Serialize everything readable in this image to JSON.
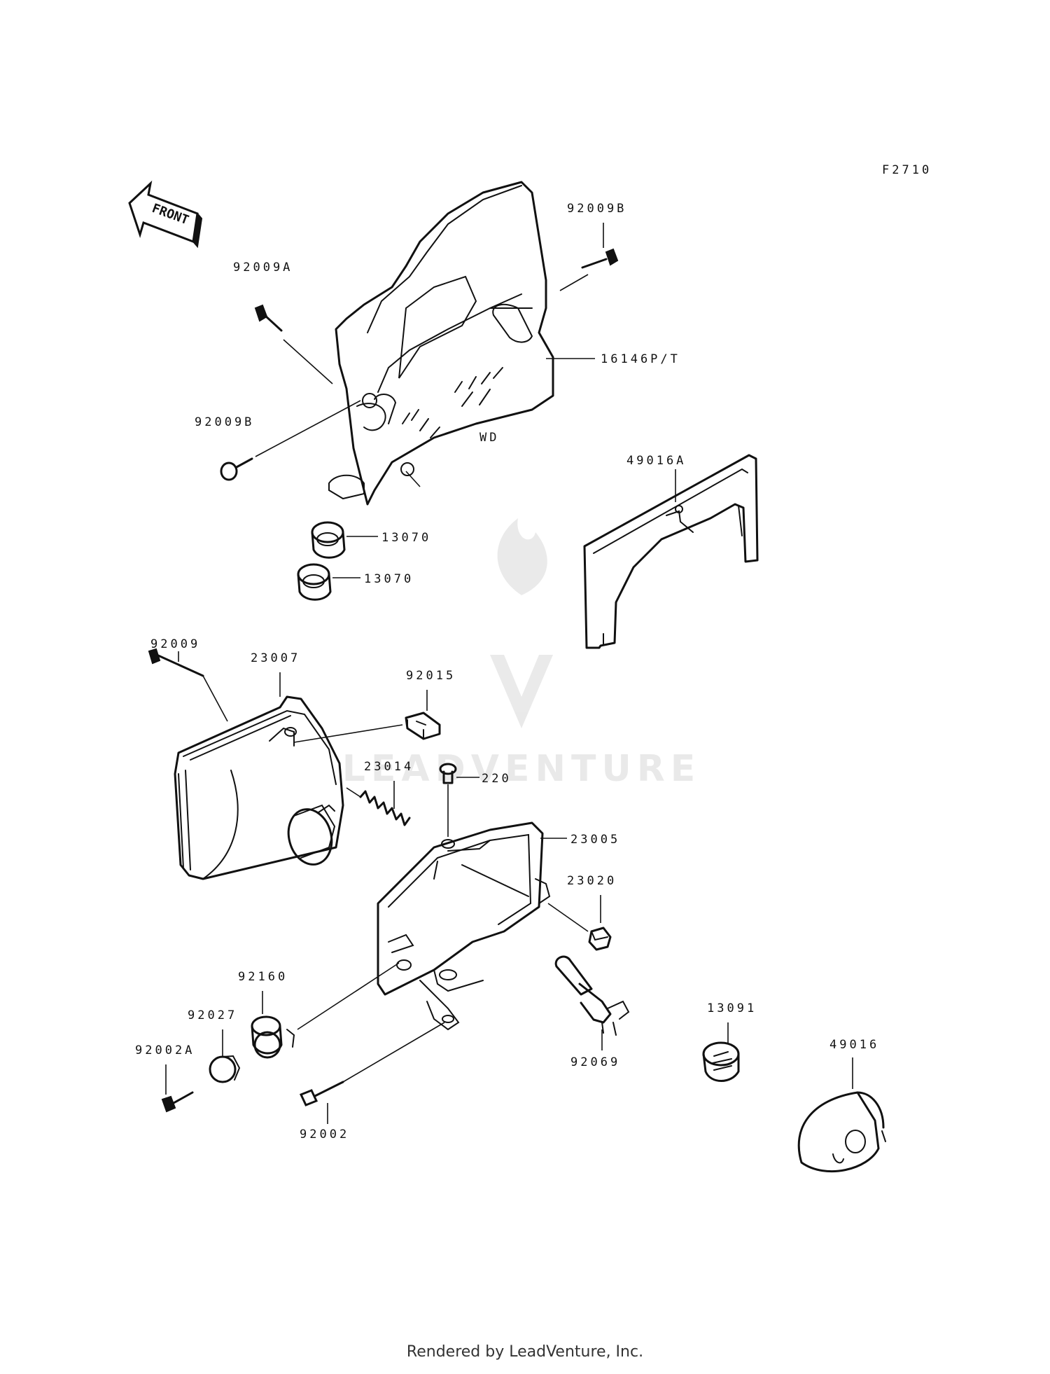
{
  "diagram": {
    "ref_code": "F2710",
    "front_label": "FRONT",
    "side_mark": "WD",
    "footer": "Rendered by LeadVenture, Inc.",
    "watermark": "LEADVENTURE",
    "parts": {
      "p92009B_top": "92009B",
      "p92009A": "92009A",
      "p92009B_left": "92009B",
      "p16146PT": "16146P/T",
      "p13070_a": "13070",
      "p13070_b": "13070",
      "p49016A": "49016A",
      "p92009": "92009",
      "p23007": "23007",
      "p92015": "92015",
      "p23014": "23014",
      "p220": "220",
      "p23005": "23005",
      "p23020": "23020",
      "p92160": "92160",
      "p92027": "92027",
      "p92002A": "92002A",
      "p92069": "92069",
      "p92002": "92002",
      "p13091": "13091",
      "p49016": "49016"
    }
  }
}
